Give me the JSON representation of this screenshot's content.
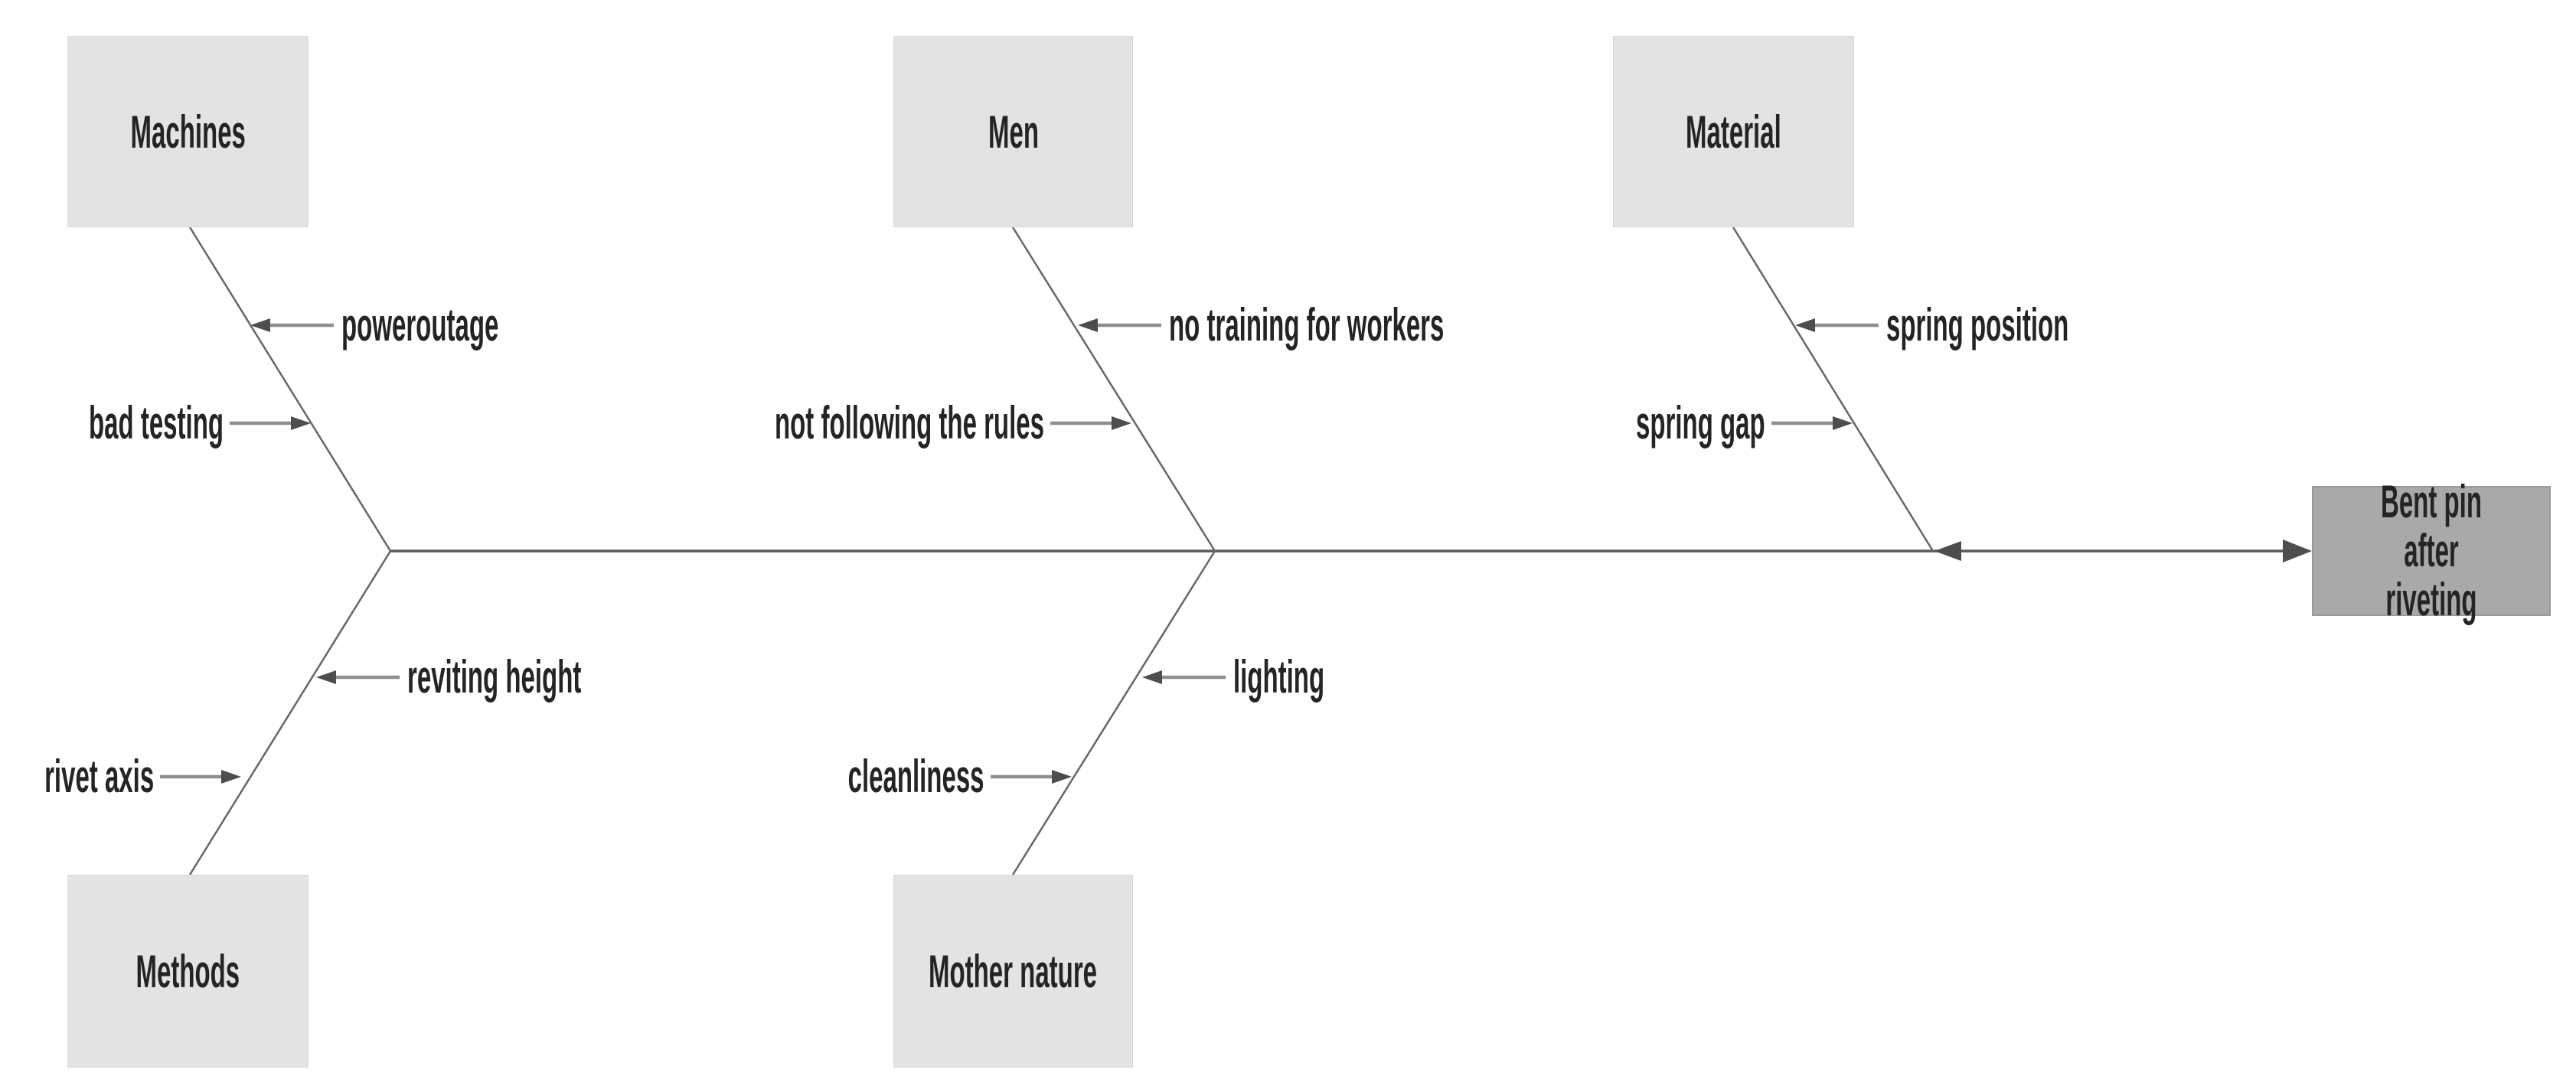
{
  "title": "Fishbone cause-and-effect diagram",
  "theme": {
    "background": "#ffffff",
    "category_box_fill": "#e3e3e3",
    "category_box_border": "#d8d8d8",
    "effect_box_fill": "#a9a9a9",
    "effect_box_border": "#989898",
    "spine_color": "#595959",
    "bone_color": "#666666",
    "arrow_shaft_color": "#8f8f8f",
    "arrow_head_color": "#4d4d4d",
    "text_color": "#242424"
  },
  "effect": {
    "label": "Bent pin after riveting"
  },
  "categories": [
    {
      "name": "Machines",
      "side": "top",
      "causes": [
        "poweroutage",
        "bad testing"
      ]
    },
    {
      "name": "Men",
      "side": "top",
      "causes": [
        "no training for workers",
        "not following the rules"
      ]
    },
    {
      "name": "Material",
      "side": "top",
      "causes": [
        "spring position",
        "spring gap"
      ]
    },
    {
      "name": "Methods",
      "side": "bottom",
      "causes": [
        "reviting height",
        "rivet axis"
      ]
    },
    {
      "name": "Mother nature",
      "side": "bottom",
      "causes": [
        "lighting",
        "cleanliness"
      ]
    }
  ]
}
